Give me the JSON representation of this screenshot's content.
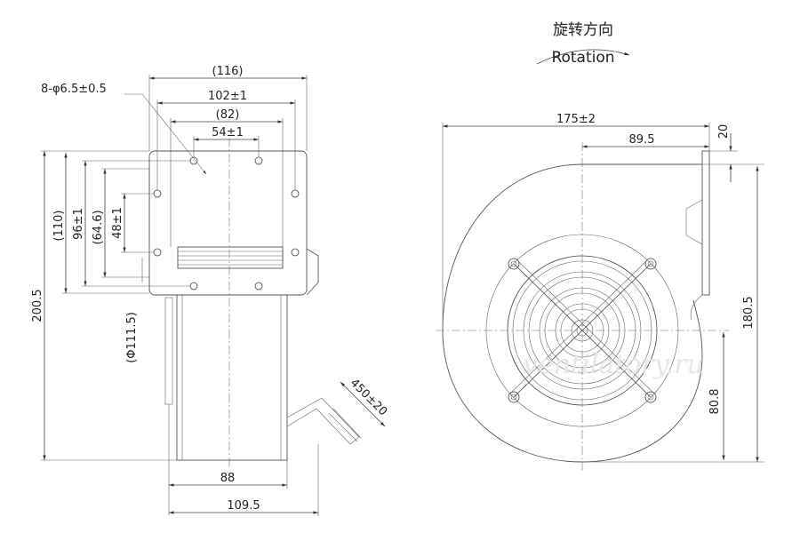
{
  "rotation": {
    "chinese": "旋转方向",
    "english": "Rotation"
  },
  "left_view": {
    "hole_callout": "8-φ6.5±0.5",
    "dim_top_overall": "(116)",
    "dim_top_holes": "102±1",
    "dim_top_inner": "(82)",
    "dim_top_holes_inner": "54±1",
    "dim_left_overall": "200.5",
    "dim_left_flange": "(110)",
    "dim_left_holes": "96±1",
    "dim_left_inner": "(64.6)",
    "dim_left_holes_inner": "48±1",
    "dim_diameter": "(Φ111.5)",
    "dim_bottom_body": "88",
    "dim_bottom_overall": "109.5",
    "dim_cable": "450±20"
  },
  "right_view": {
    "dim_width": "175±2",
    "dim_outlet_offset": "89.5",
    "dim_flange": "20",
    "dim_height": "180.5",
    "dim_center_height": "80.8"
  },
  "watermark": "ventilatory.ru"
}
